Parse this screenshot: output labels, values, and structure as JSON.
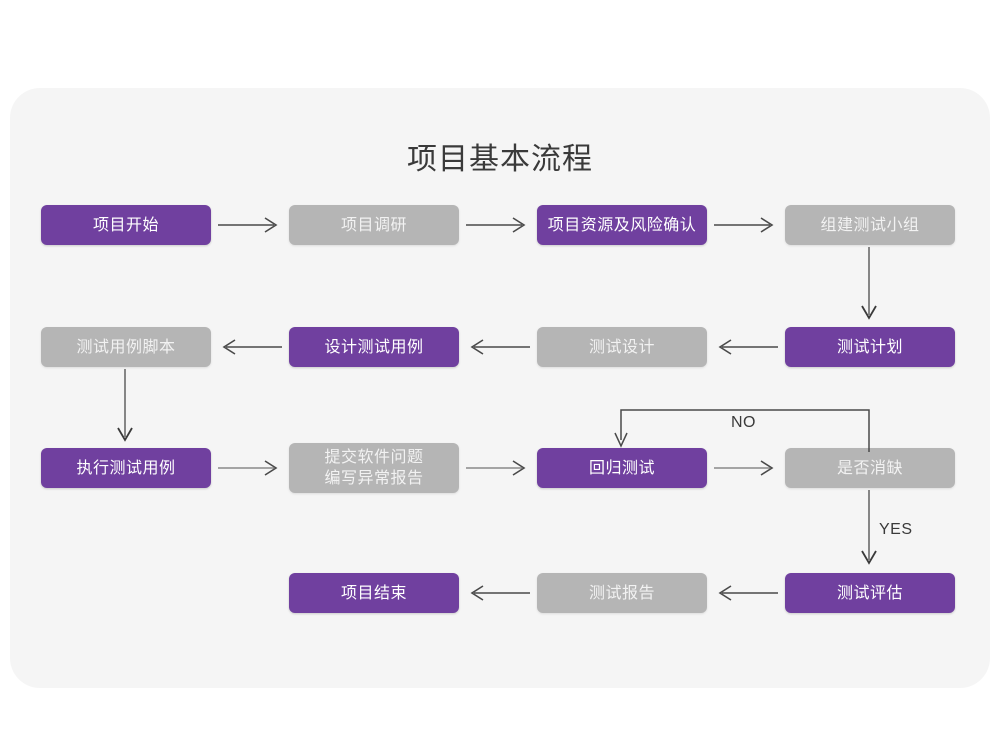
{
  "page": {
    "background": "#ffffff",
    "card_background": "#f5f5f5"
  },
  "title": "项目基本流程",
  "colors": {
    "accent_purple": "#70409f",
    "muted_gray": "#b5b5b5",
    "purple_text": "#ffffff",
    "gray_text": "#f2f2f2",
    "line": "#4a4a4a",
    "title_text": "#3a3a3a"
  },
  "chart_data": {
    "type": "diagram",
    "title": "项目基本流程",
    "nodes": [
      {
        "id": "n1",
        "label": "项目开始",
        "style": "purple",
        "row": 1,
        "col": 1
      },
      {
        "id": "n2",
        "label": "项目调研",
        "style": "gray",
        "row": 1,
        "col": 2
      },
      {
        "id": "n3",
        "label": "项目资源及风险确认",
        "style": "purple",
        "row": 1,
        "col": 3
      },
      {
        "id": "n4",
        "label": "组建测试小组",
        "style": "gray",
        "row": 1,
        "col": 4
      },
      {
        "id": "n5",
        "label": "测试用例脚本",
        "style": "gray",
        "row": 2,
        "col": 1
      },
      {
        "id": "n6",
        "label": "设计测试用例",
        "style": "purple",
        "row": 2,
        "col": 2
      },
      {
        "id": "n7",
        "label": "测试设计",
        "style": "gray",
        "row": 2,
        "col": 3
      },
      {
        "id": "n8",
        "label": "测试计划",
        "style": "purple",
        "row": 2,
        "col": 4
      },
      {
        "id": "n9",
        "label": "执行测试用例",
        "style": "purple",
        "row": 3,
        "col": 1
      },
      {
        "id": "n10",
        "label": "提交软件问题\n编写异常报告",
        "style": "gray",
        "row": 3,
        "col": 2
      },
      {
        "id": "n11",
        "label": "回归测试",
        "style": "purple",
        "row": 3,
        "col": 3
      },
      {
        "id": "n12",
        "label": "是否消缺",
        "style": "gray",
        "row": 3,
        "col": 4
      },
      {
        "id": "n13",
        "label": "项目结束",
        "style": "purple",
        "row": 4,
        "col": 2
      },
      {
        "id": "n14",
        "label": "测试报告",
        "style": "gray",
        "row": 4,
        "col": 3
      },
      {
        "id": "n15",
        "label": "测试评估",
        "style": "purple",
        "row": 4,
        "col": 4
      }
    ],
    "edges": [
      {
        "from": "n1",
        "to": "n2",
        "dir": "right",
        "label": ""
      },
      {
        "from": "n2",
        "to": "n3",
        "dir": "right",
        "label": ""
      },
      {
        "from": "n3",
        "to": "n4",
        "dir": "right",
        "label": ""
      },
      {
        "from": "n4",
        "to": "n8",
        "dir": "down",
        "label": ""
      },
      {
        "from": "n8",
        "to": "n7",
        "dir": "left",
        "label": ""
      },
      {
        "from": "n7",
        "to": "n6",
        "dir": "left",
        "label": ""
      },
      {
        "from": "n6",
        "to": "n5",
        "dir": "left",
        "label": ""
      },
      {
        "from": "n5",
        "to": "n9",
        "dir": "down",
        "label": ""
      },
      {
        "from": "n9",
        "to": "n10",
        "dir": "right",
        "label": ""
      },
      {
        "from": "n10",
        "to": "n11",
        "dir": "right",
        "label": ""
      },
      {
        "from": "n11",
        "to": "n12",
        "dir": "right",
        "label": ""
      },
      {
        "from": "n12",
        "to": "n11",
        "dir": "loop-up-left",
        "label": "NO"
      },
      {
        "from": "n12",
        "to": "n15",
        "dir": "down",
        "label": "YES"
      },
      {
        "from": "n15",
        "to": "n14",
        "dir": "left",
        "label": ""
      },
      {
        "from": "n14",
        "to": "n13",
        "dir": "left",
        "label": ""
      }
    ],
    "edge_labels": {
      "no": "NO",
      "yes": "YES"
    }
  }
}
